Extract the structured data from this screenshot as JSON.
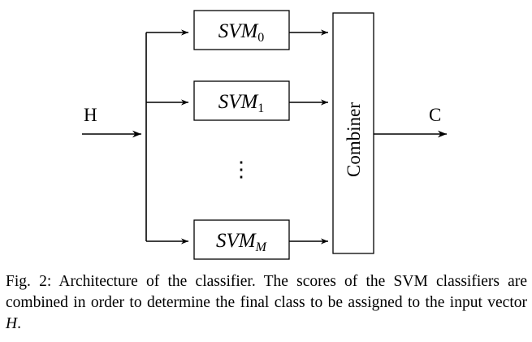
{
  "diagram": {
    "input_label": "H",
    "output_label": "C",
    "svm_base": "SVM",
    "svm_subscripts": [
      "0",
      "1",
      "M"
    ],
    "ellipsis": "⋮",
    "combiner_label": "Combiner"
  },
  "caption": {
    "prefix": "Fig. 2: Architecture of the classifier. The scores of the SVM classifiers are combined in order to determine the final class to be assigned to the input vector ",
    "variable": "H",
    "suffix": "."
  }
}
